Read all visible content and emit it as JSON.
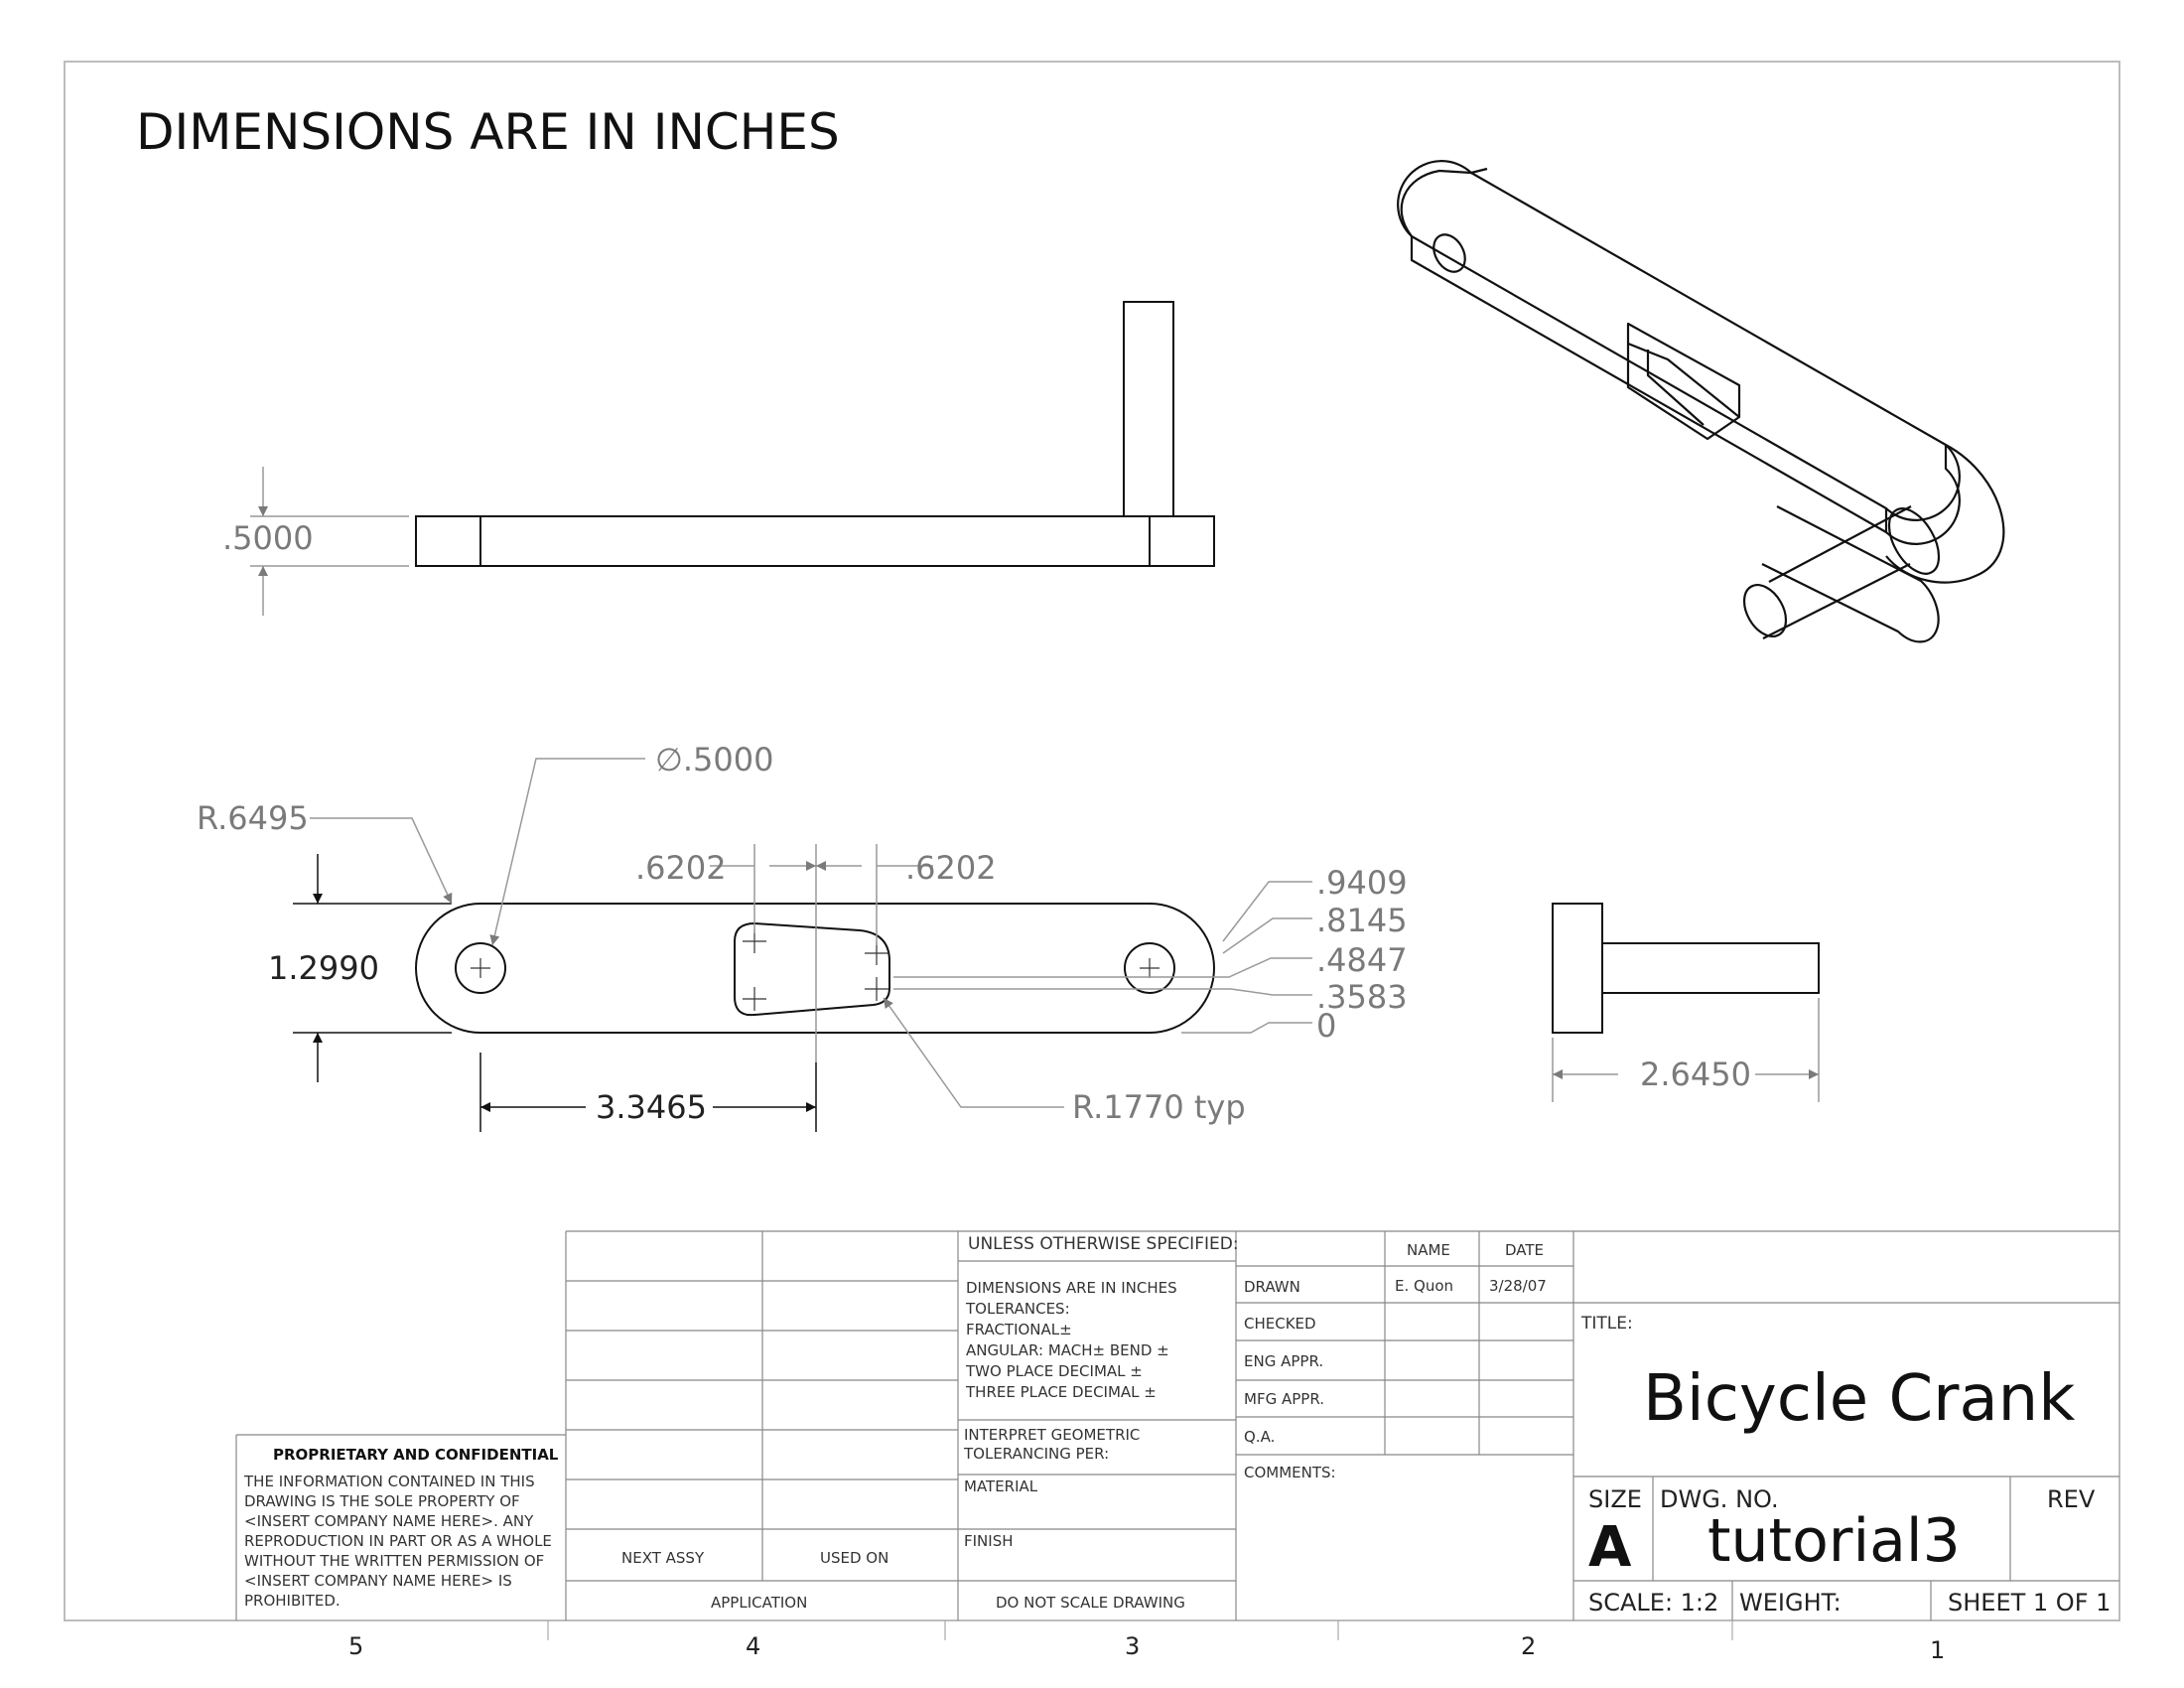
{
  "header": {
    "note": "DIMENSIONS ARE IN INCHES"
  },
  "dimensions": {
    "thickness": ".5000",
    "diameter": "∅.5000",
    "radius_end": "R.6495",
    "width": "1.2990",
    "slot_offset_left": ".6202",
    "slot_offset_right": ".6202",
    "ord_1": ".9409",
    "ord_2": ".8145",
    "ord_3": ".4847",
    "ord_4": ".3583",
    "ord_5": "0",
    "length": "3.3465",
    "slot_radius": "R.1770 typ",
    "pedal_length": "2.6450"
  },
  "title_block": {
    "unless": "UNLESS OTHERWISE SPECIFIED:",
    "tol_1": "DIMENSIONS ARE IN INCHES",
    "tol_2": "TOLERANCES:",
    "tol_3": "FRACTIONAL±",
    "tol_4": "ANGULAR: MACH±     BEND ±",
    "tol_5": "TWO PLACE DECIMAL    ±",
    "tol_6": "THREE PLACE DECIMAL  ±",
    "geo_1": "INTERPRET GEOMETRIC",
    "geo_2": "TOLERANCING PER:",
    "material": "MATERIAL",
    "finish": "FINISH",
    "do_not_scale": "DO NOT SCALE DRAWING",
    "name_hdr": "NAME",
    "date_hdr": "DATE",
    "drawn": "DRAWN",
    "drawn_name": "E. Quon",
    "drawn_date": "3/28/07",
    "checked": "CHECKED",
    "eng": "ENG APPR.",
    "mfg": "MFG APPR.",
    "qa": "Q.A.",
    "comments": "COMMENTS:",
    "title_label": "TITLE:",
    "title": "Bicycle Crank",
    "size_label": "SIZE",
    "size": "A",
    "dwg_label": "DWG.  NO.",
    "dwg": "tutorial3",
    "rev": "REV",
    "scale": "SCALE: 1:2",
    "weight": "WEIGHT:",
    "sheet": "SHEET 1 OF 1",
    "next_assy": "NEXT ASSY",
    "used_on": "USED ON",
    "application": "APPLICATION",
    "prop_title": "PROPRIETARY AND CONFIDENTIAL",
    "prop_1": "THE INFORMATION CONTAINED IN THIS",
    "prop_2": "DRAWING IS THE SOLE PROPERTY OF",
    "prop_3": "<INSERT COMPANY NAME HERE>.  ANY",
    "prop_4": "REPRODUCTION IN PART OR AS A WHOLE",
    "prop_5": "WITHOUT THE WRITTEN PERMISSION OF",
    "prop_6": "<INSERT COMPANY NAME HERE> IS",
    "prop_7": "PROHIBITED."
  },
  "zones": [
    "5",
    "4",
    "3",
    "2",
    "1"
  ]
}
